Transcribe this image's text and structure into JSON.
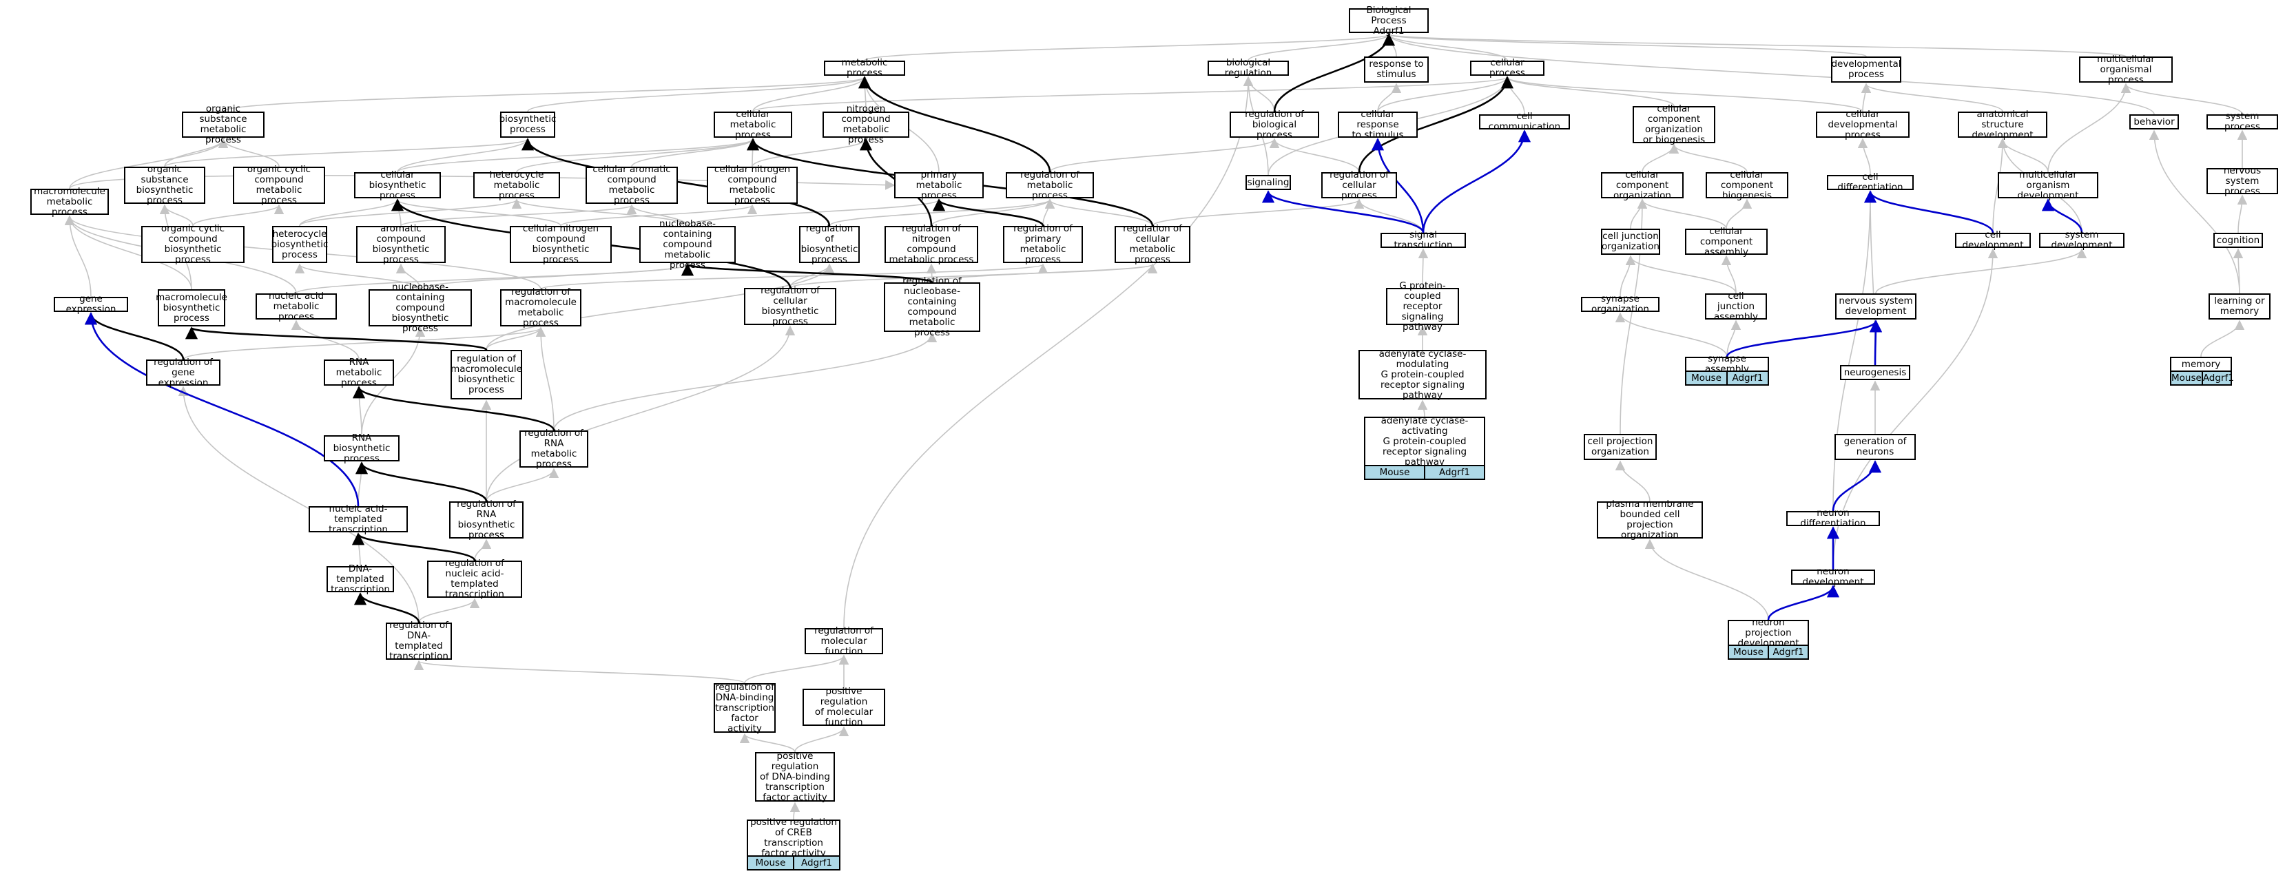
{
  "colors": {
    "node_border": "#000000",
    "node_fill": "#ffffff",
    "tag_fill": "#add8e6",
    "edge_gray": "#c4c4c4",
    "edge_black": "#000000",
    "edge_blue": "#0000cc"
  },
  "nodes": {
    "bp": "Biological Process\nAdgrf1",
    "metabolic": "metabolic process",
    "bioreg": "biological regulation",
    "response_stimulus": "response to\nstimulus",
    "cellular_process": "cellular process",
    "developmental": "developmental\nprocess",
    "multicellular": "multicellular\norganismal process",
    "org_sub_met": "organic substance\nmetabolic process",
    "biosynthetic": "biosynthetic\nprocess",
    "cell_met": "cellular metabolic\nprocess",
    "nitrogen_met": "nitrogen compound\nmetabolic process",
    "reg_bio": "regulation of\nbiological process",
    "cell_resp": "cellular response\nto stimulus",
    "cell_comm": "cell communication",
    "ccob": "cellular component\norganization\nor biogenesis",
    "cell_dev_proc": "cellular developmental\nprocess",
    "anat_dev": "anatomical structure\ndevelopment",
    "behavior": "behavior",
    "system_process": "system process",
    "org_sub_bio": "organic substance\nbiosynthetic\nprocess",
    "org_cyc_met": "organic cyclic\ncompound metabolic\nprocess",
    "cell_bio": "cellular biosynthetic\nprocess",
    "hetero_met": "heterocycle\nmetabolic process",
    "cell_arom_met": "cellular aromatic\ncompound metabolic\nprocess",
    "cell_nitro_met": "cellular nitrogen\ncompound metabolic\nprocess",
    "primary_met": "primary metabolic\nprocess",
    "reg_met": "regulation of\nmetabolic process",
    "signaling": "signaling",
    "reg_cell_proc": "regulation of\ncellular process",
    "cco": "cellular component\norganization",
    "ccb": "cellular component\nbiogenesis",
    "cell_diff": "cell differentiation",
    "multi_org_dev": "multicellular\norganism development",
    "nervous_sys_proc": "nervous system\nprocess",
    "macro_met": "macromolecule\nmetabolic process",
    "org_cyc_bio": "organic cyclic\ncompound biosynthetic\nprocess",
    "hetero_bio": "heterocycle\nbiosynthetic\nprocess",
    "arom_bio": "aromatic compound\nbiosynthetic\nprocess",
    "cell_nitro_bio": "cellular nitrogen\ncompound biosynthetic\nprocess",
    "nucleobase_met": "nucleobase-containing\ncompound metabolic\nprocess",
    "reg_biosyn": "regulation of\nbiosynthetic\nprocess",
    "reg_nitro_met": "regulation of\nnitrogen compound\nmetabolic process",
    "reg_prim_met": "regulation of\nprimary metabolic\nprocess",
    "reg_cell_met": "regulation of\ncellular metabolic\nprocess",
    "signal_trans": "signal transduction",
    "cell_junc_org": "cell junction\norganization",
    "cca": "cellular component\nassembly",
    "cell_development": "cell development",
    "system_dev": "system development",
    "cognition": "cognition",
    "gene_expr": "gene expression",
    "macro_bio": "macromolecule\nbiosynthetic\nprocess",
    "na_met": "nucleic acid\nmetabolic process",
    "nucleobase_bio": "nucleobase-containing\ncompound biosynthetic\nprocess",
    "reg_macro_met": "regulation of\nmacromolecule\nmetabolic process",
    "reg_cell_bio": "regulation of\ncellular biosynthetic\nprocess",
    "reg_nucleobase_met": "regulation of\nnucleobase-containing\ncompound metabolic\nprocess",
    "gpcr": "G protein-coupled\nreceptor signaling\npathway",
    "synapse_org": "synapse organization",
    "cell_junc_asm": "cell junction\nassembly",
    "nervous_sys_dev": "nervous system\ndevelopment",
    "learning": "learning or\nmemory",
    "reg_gene_expr": "regulation of\ngene expression",
    "rna_met": "RNA metabolic\nprocess",
    "reg_macro_bio": "regulation of\nmacromolecule\nbiosynthetic\nprocess",
    "adenyl_mod": "adenylate cyclase-modulating\nG protein-coupled\nreceptor signaling\npathway",
    "synapse_asm": "synapse assembly",
    "neurogenesis": "neurogenesis",
    "memory": "memory",
    "rna_bio": "RNA biosynthetic\nprocess",
    "reg_rna_met": "regulation of\nRNA metabolic\nprocess",
    "adenyl_act": "adenylate cyclase-activating\nG protein-coupled\nreceptor signaling\npathway",
    "gen_neurons": "generation of\nneurons",
    "cell_proj_org": "cell projection\norganization",
    "na_trans": "nucleic acid-templated\ntranscription",
    "reg_rna_bio": "regulation of\nRNA biosynthetic\nprocess",
    "plasma_mem": "plasma membrane\nbounded cell\nprojection organization",
    "neuron_diff": "neuron differentiation",
    "dna_trans": "DNA-templated\ntranscription",
    "reg_na_trans": "regulation of\nnucleic acid-templated\ntranscription",
    "neuron_dev": "neuron development",
    "reg_dna_trans": "regulation of\nDNA-templated\ntranscription",
    "reg_mol_func": "regulation of\nmolecular function",
    "neuron_proj_dev": "neuron projection\ndevelopment",
    "reg_dna_binding": "regulation of\nDNA-binding\ntranscription\nfactor activity",
    "pos_reg_mol": "positive regulation\nof molecular\nfunction",
    "pos_reg_dna": "positive regulation\nof DNA-binding\ntranscription\nfactor activity",
    "pos_reg_creb": "positive regulation\nof CREB transcription\nfactor activity"
  },
  "annotations": {
    "adenyl_act": [
      "Mouse",
      "Adgrf1"
    ],
    "synapse_asm": [
      "Mouse",
      "Adgrf1"
    ],
    "memory": [
      "Mouse",
      "Adgrf1"
    ],
    "neuron_proj_dev": [
      "Mouse",
      "Adgrf1"
    ],
    "pos_reg_creb": [
      "Mouse",
      "Adgrf1"
    ]
  }
}
